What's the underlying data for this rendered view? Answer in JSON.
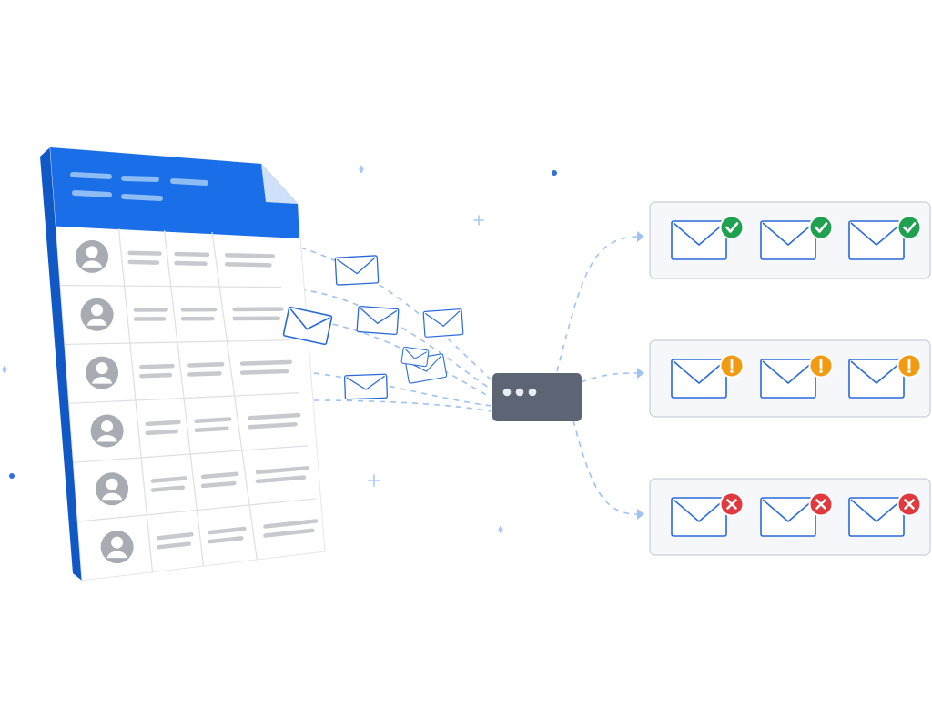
{
  "colors": {
    "spreadsheet_header": "#1a6fe8",
    "spreadsheet_edge": "#1158c7",
    "header_line": "#8ebcf5",
    "grid_line": "#dedfe3",
    "placeholder_line": "#c7c9ce",
    "avatar": "#a8abb1",
    "envelope_stroke": "#2a6ad8",
    "connector": "#9ec2f2",
    "server": "#5c6574",
    "server_dot": "#e9ecf1",
    "panel_fill": "#f5f7fa",
    "panel_stroke": "#c9ced6",
    "success": "#20a152",
    "warning": "#f29b12",
    "error": "#e03a3e",
    "sparkle": "#a9c9f5"
  },
  "spreadsheet": {
    "header_icon": "document-header-icon",
    "rows": [
      {
        "avatar": "user-avatar-icon"
      },
      {
        "avatar": "user-avatar-icon"
      },
      {
        "avatar": "user-avatar-icon"
      },
      {
        "avatar": "user-avatar-icon"
      },
      {
        "avatar": "user-avatar-icon"
      },
      {
        "avatar": "user-avatar-icon"
      }
    ]
  },
  "flying_envelopes": [
    {
      "icon": "envelope-icon"
    },
    {
      "icon": "envelope-icon"
    },
    {
      "icon": "envelope-icon"
    },
    {
      "icon": "envelope-icon"
    },
    {
      "icon": "envelope-icon"
    },
    {
      "icon": "envelope-icon"
    },
    {
      "icon": "envelope-icon"
    }
  ],
  "server": {
    "icon": "server-icon",
    "dots": 3
  },
  "status_groups": [
    {
      "status": "delivered",
      "badge_icon": "check-icon",
      "color_key": "success",
      "count": 3
    },
    {
      "status": "warning",
      "badge_icon": "exclamation-icon",
      "color_key": "warning",
      "count": 3
    },
    {
      "status": "failed",
      "badge_icon": "x-icon",
      "color_key": "error",
      "count": 3
    }
  ]
}
